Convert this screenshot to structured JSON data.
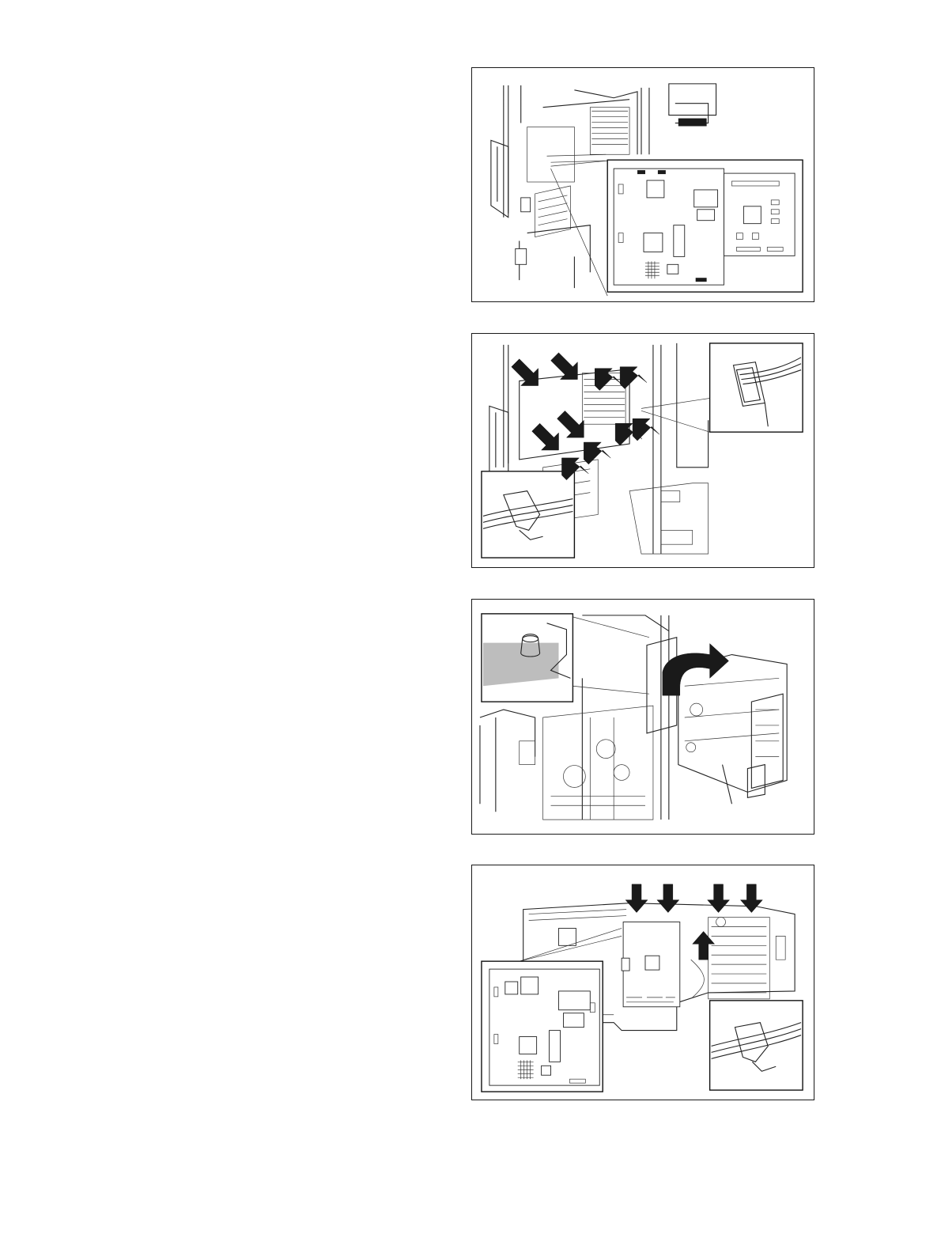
{
  "page": {
    "background": "#ffffff",
    "line_color": "#1a1a1a"
  },
  "figures": [
    {
      "id": "fig1",
      "icons": [
        "machine-rear-frame-icon",
        "pcb-board-detail-icon"
      ]
    },
    {
      "id": "fig2",
      "icons": [
        "machine-rear-frame-icon",
        "harness-clamp-detail-icon",
        "wire-saddle-detail-icon"
      ],
      "arrow_count": 10
    },
    {
      "id": "fig3",
      "icons": [
        "machine-rear-frame-icon",
        "control-box-unit-icon",
        "locating-pin-detail-icon"
      ],
      "arrow_count": 1
    },
    {
      "id": "fig4",
      "icons": [
        "control-box-board-icon",
        "pcb-board-detail-icon",
        "harness-clamp-detail-icon"
      ],
      "arrow_count": 5
    }
  ]
}
